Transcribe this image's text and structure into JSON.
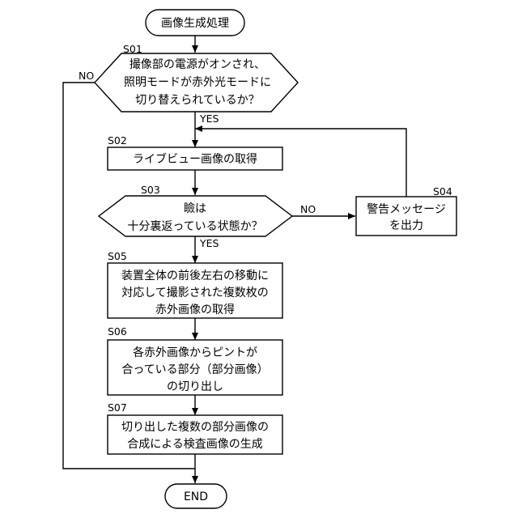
{
  "flowchart": {
    "start": {
      "label": "画像生成処理"
    },
    "s01": {
      "step": "S01",
      "lines": [
        "撮像部の電源がオンされ、",
        "照明モードが赤外光モードに",
        "切り替えられているか？"
      ],
      "yes_label": "YES",
      "no_label": "NO"
    },
    "s02": {
      "step": "S02",
      "lines": [
        "ライブビュー画像の取得"
      ]
    },
    "s03": {
      "step": "S03",
      "lines": [
        "瞼は",
        "十分裏返っている状態か？"
      ],
      "yes_label": "YES",
      "no_label": "NO"
    },
    "s04": {
      "step": "S04",
      "lines": [
        "警告メッセージ",
        "を出力"
      ]
    },
    "s05": {
      "step": "S05",
      "lines": [
        "装置全体の前後左右の移動に",
        "対応して撮影された複数枚の",
        "赤外画像の取得"
      ]
    },
    "s06": {
      "step": "S06",
      "lines": [
        "各赤外画像からピントが",
        "合っている部分（部分画像）",
        "の切り出し"
      ]
    },
    "s07": {
      "step": "S07",
      "lines": [
        "切り出した複数の部分画像の",
        "合成による検査画像の生成"
      ]
    },
    "end": {
      "label": "END"
    }
  }
}
